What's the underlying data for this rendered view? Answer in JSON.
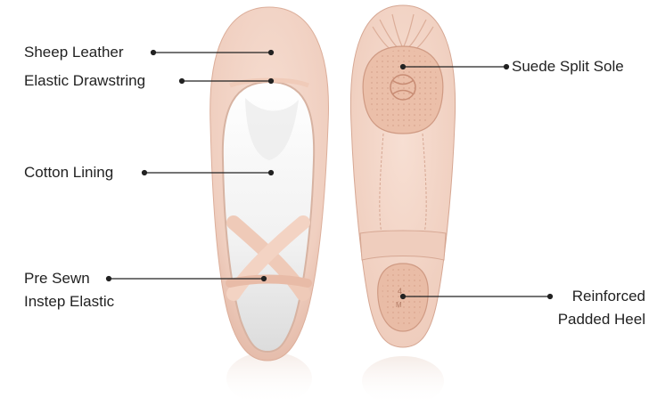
{
  "callouts": {
    "sheep_leather": "Sheep Leather",
    "elastic_drawstring": "Elastic Drawstring",
    "cotton_lining": "Cotton Lining",
    "pre_sewn_line1": "Pre Sewn",
    "pre_sewn_line2": "Instep Elastic",
    "suede_split_sole": "Suede Split Sole",
    "heel_line1": "Reinforced",
    "heel_line2": "Padded Heel"
  },
  "heel_stamp": {
    "size": "4",
    "width": "M"
  },
  "colors": {
    "leather": "#f1d2c4",
    "leather_shadow": "#e2b8a6",
    "suede": "#e8baa4",
    "lining": "#f4f4f4",
    "background": "#ffffff"
  }
}
